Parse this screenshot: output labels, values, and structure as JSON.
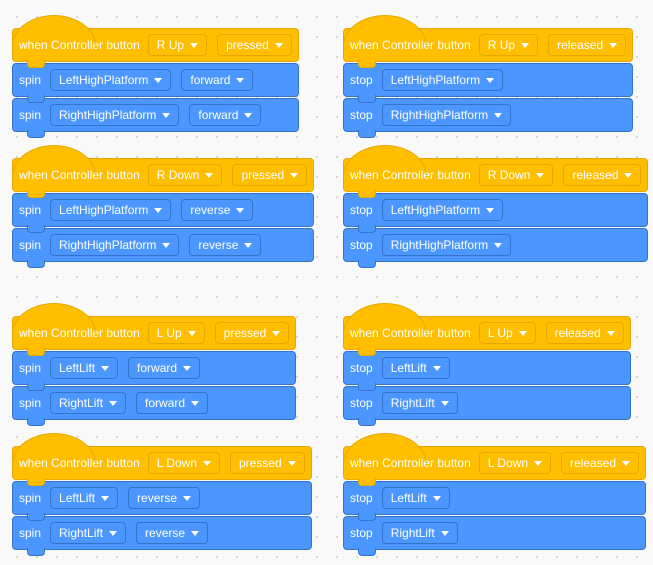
{
  "labels": {
    "hat_prefix": "when Controller button",
    "spin": "spin",
    "stop": "stop"
  },
  "colors": {
    "event": "#ffbf00",
    "motion": "#4c97ff",
    "workspace": "#f9f9f9"
  },
  "scripts": [
    {
      "button": "R Up",
      "action": "pressed",
      "verb": "spin",
      "motors": [
        {
          "name": "LeftHighPlatform",
          "direction": "forward"
        },
        {
          "name": "RightHighPlatform",
          "direction": "forward"
        }
      ]
    },
    {
      "button": "R Up",
      "action": "released",
      "verb": "stop",
      "motors": [
        {
          "name": "LeftHighPlatform"
        },
        {
          "name": "RightHighPlatform"
        }
      ]
    },
    {
      "button": "R Down",
      "action": "pressed",
      "verb": "spin",
      "motors": [
        {
          "name": "LeftHighPlatform",
          "direction": "reverse"
        },
        {
          "name": "RightHighPlatform",
          "direction": "reverse"
        }
      ]
    },
    {
      "button": "R Down",
      "action": "released",
      "verb": "stop",
      "motors": [
        {
          "name": "LeftHighPlatform"
        },
        {
          "name": "RightHighPlatform"
        }
      ]
    },
    {
      "button": "L Up",
      "action": "pressed",
      "verb": "spin",
      "motors": [
        {
          "name": "LeftLift",
          "direction": "forward"
        },
        {
          "name": "RightLift",
          "direction": "forward"
        }
      ]
    },
    {
      "button": "L Up",
      "action": "released",
      "verb": "stop",
      "motors": [
        {
          "name": "LeftLift"
        },
        {
          "name": "RightLift"
        }
      ]
    },
    {
      "button": "L Down",
      "action": "pressed",
      "verb": "spin",
      "motors": [
        {
          "name": "LeftLift",
          "direction": "reverse"
        },
        {
          "name": "RightLift",
          "direction": "reverse"
        }
      ]
    },
    {
      "button": "L Down",
      "action": "released",
      "verb": "stop",
      "motors": [
        {
          "name": "LeftLift"
        },
        {
          "name": "RightLift"
        }
      ]
    }
  ]
}
